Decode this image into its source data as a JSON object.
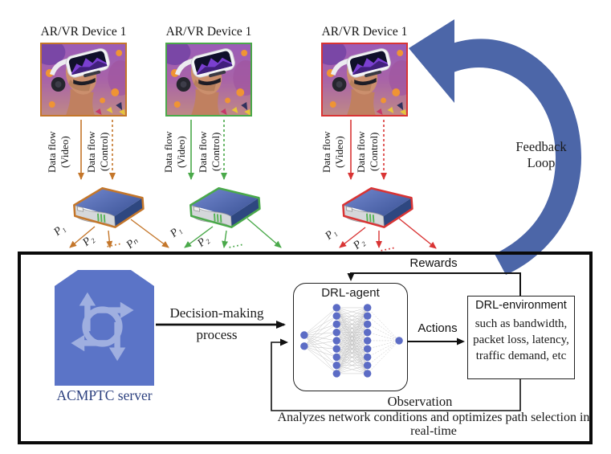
{
  "devices": [
    {
      "name": "device-1",
      "label": "AR/VR Device 1",
      "accent": "#c4762a",
      "paths": [
        "P₁",
        "P₂",
        "....",
        "Pₙ"
      ]
    },
    {
      "name": "device-2",
      "label": "AR/VR Device 1",
      "accent": "#4aa94a",
      "paths": [
        "P₁",
        "P₂",
        "...."
      ]
    },
    {
      "name": "device-3",
      "label": "AR/VR Device 1",
      "accent": "#d93434",
      "paths": [
        "P₁",
        "P₂",
        "...."
      ]
    }
  ],
  "flow_labels": {
    "video_line1": "Data flow",
    "video_line2": "(Video)",
    "control_line1": "Data flow",
    "control_line2": "(Control)"
  },
  "feedback": {
    "line1": "Feedback",
    "line2": "Loop",
    "color": "#4c66a8"
  },
  "control_box": {
    "rewards_label": "Rewards",
    "server_label": "ACMPTC server",
    "server_color": "#5b74c7",
    "decision_line1": "Decision-making",
    "decision_line2": "process",
    "agent_title": "DRL-agent",
    "actions_label": "Actions",
    "environment_title": "DRL-environment",
    "environment_line1": "such as bandwidth,",
    "environment_line2": "packet loss, latency,",
    "environment_line3": "traffic demand, etc",
    "observation_label": "Observation",
    "caption_line1": "Analyzes network conditions and optimizes path selection in",
    "caption_line2": "real-time",
    "frame_color": "#0a0a0a"
  },
  "neural_network": {
    "layers": [
      2,
      9,
      9,
      1
    ],
    "node_color": "#5c6cc5",
    "edge_color": "#c2c2c2"
  },
  "icons": {
    "vr_headset": "vr-headset-photo",
    "router": "router-3d-icon",
    "server": "multipath-routing-arrows-icon",
    "feedback": "curved-feedback-arrow-icon"
  }
}
